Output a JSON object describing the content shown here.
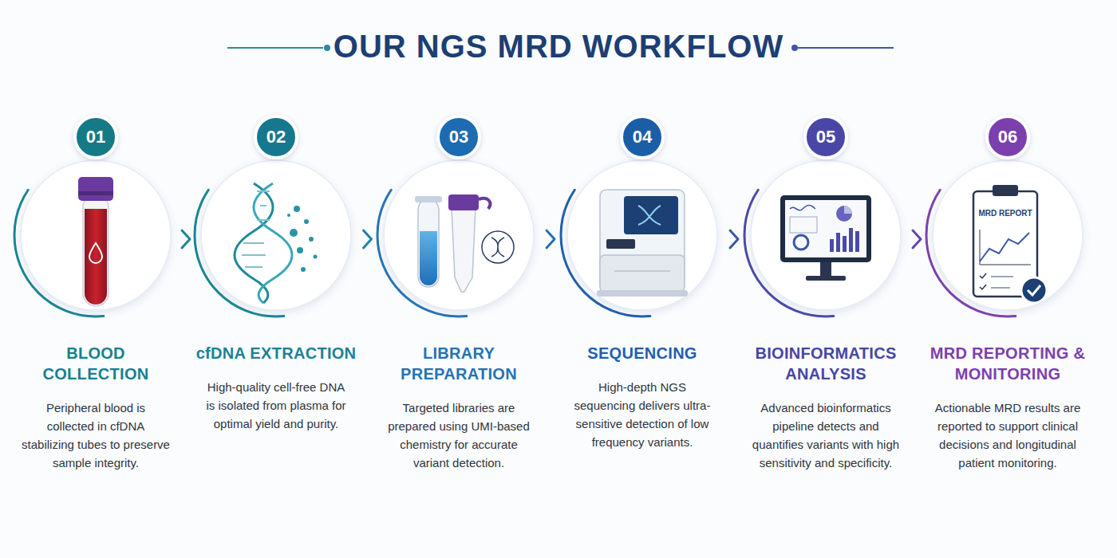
{
  "diagram": {
    "title": "OUR NGS MRD WORKFLOW",
    "nodes": [
      {
        "text": [
          "BLOOD COLLECTION",
          "Peripheral blood is collected in cfDNA stabilizing tubes to preserve sample integrity."
        ]
      },
      {
        "text": [
          "01"
        ],
        "in": 0
      },
      {
        "text": [
          "cfDNA EXTRACTION",
          "High-quality cell-free DNA is isolated from plasma for optimal yield and purity."
        ]
      },
      {
        "text": [
          "02"
        ],
        "in": 2
      },
      {
        "text": [
          "LIBRARY PREPARATION",
          "Targeted libraries are prepared using UMI-based chemistry for accurate variant detection."
        ]
      },
      {
        "text": [
          "03"
        ],
        "in": 4
      },
      {
        "text": [
          "SEQUENCING",
          "High-depth NGS sequencing delivers ultra-sensitive detection of low frequency variants."
        ]
      },
      {
        "text": [
          "04"
        ],
        "in": 6
      },
      {
        "text": [
          "BIOINFORMATICS ANALYSIS",
          "Advanced bioinformatics pipeline detects and quantifies variants with high sensitivity and specificity."
        ]
      },
      {
        "text": [
          "05"
        ],
        "in": 8
      },
      {
        "text": [
          "MRD REPORTING & MONITORING",
          "Actionable MRD results are reported to support clinical decisions and longitudinal patient monitoring."
        ]
      },
      {
        "text": [
          "06"
        ],
        "in": 10
      }
    ],
    "edges": [
      {
        "from": 0,
        "to": 2,
        "arrow": "to"
      },
      {
        "from": 2,
        "to": 4,
        "arrow": "to"
      },
      {
        "from": 4,
        "to": 6,
        "arrow": "to"
      },
      {
        "from": 6,
        "to": 8,
        "arrow": "to"
      },
      {
        "from": 8,
        "to": 10,
        "arrow": "to"
      }
    ],
    "labels": [
      "MRD REPORT"
    ]
  }
}
